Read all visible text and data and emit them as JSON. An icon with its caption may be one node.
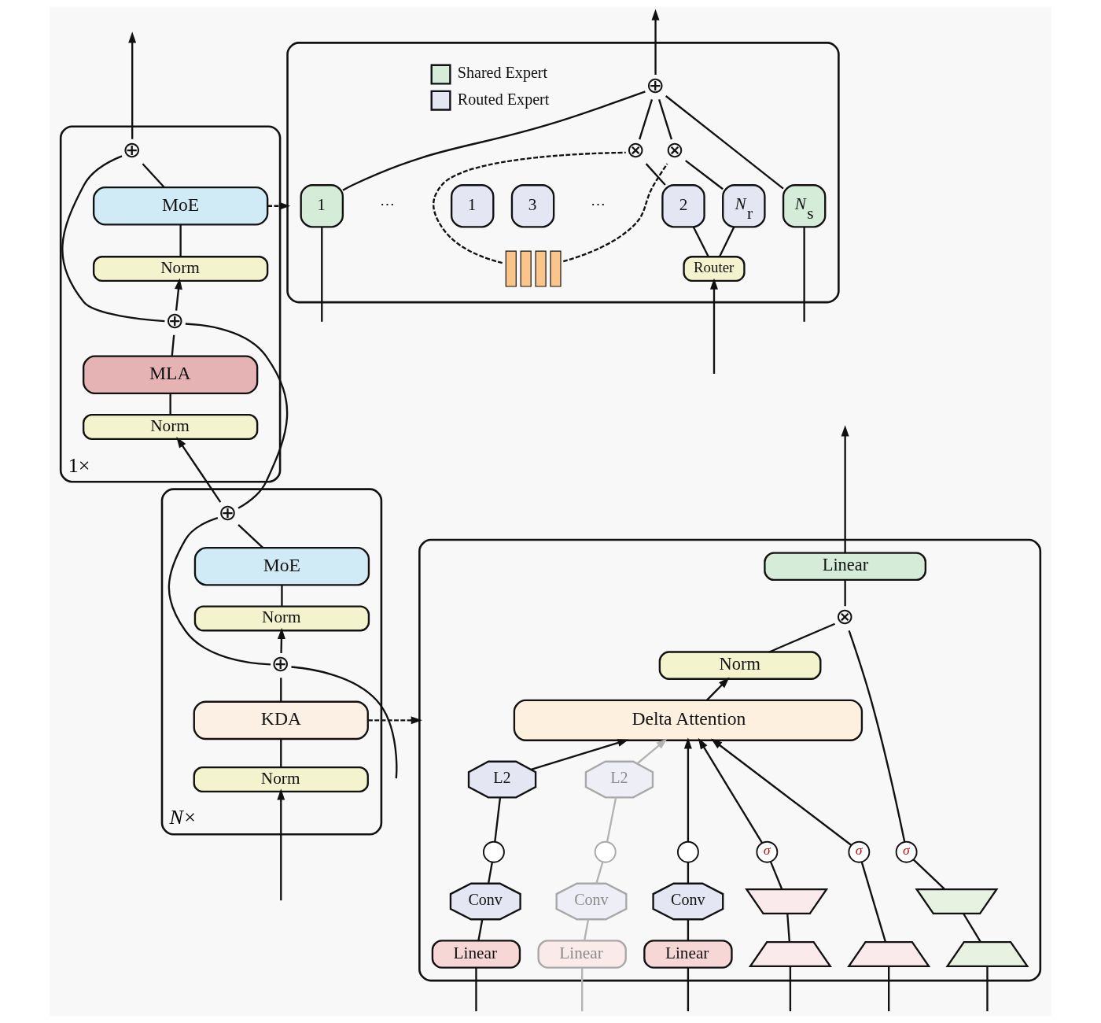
{
  "diagram": {
    "nodes": [
      {
        "text": [],
        "shape": "box",
        "beside": [
          "1×"
        ]
      },
      {
        "text": [
          "⊕"
        ],
        "in": 0
      },
      {
        "text": [
          "MoE"
        ],
        "in": 0
      },
      {
        "text": [
          "Norm"
        ],
        "in": 0
      },
      {
        "text": [
          "⊕"
        ],
        "in": 0
      },
      {
        "text": [
          "MLA"
        ],
        "in": 0
      },
      {
        "text": [
          "Norm"
        ],
        "in": 0
      },
      {
        "text": [],
        "shape": "box"
      },
      {
        "text": [
          "⊕"
        ],
        "in": 7
      },
      {
        "text": [
          "⊗"
        ],
        "in": 7
      },
      {
        "text": [
          "⊗"
        ],
        "in": 7
      },
      {
        "text": [
          "1"
        ],
        "in": 7
      },
      {
        "text": [
          "*N*$_{s}$"
        ],
        "in": 7
      },
      {
        "text": [
          "1"
        ],
        "in": 7
      },
      {
        "text": [
          "2"
        ],
        "in": 7
      },
      {
        "text": [
          "3"
        ],
        "in": 7
      },
      {
        "text": [
          "*N*$_{r}$"
        ],
        "in": 7
      },
      {
        "text": [
          "Router"
        ],
        "in": 7
      },
      {
        "text": [],
        "shape": "chart",
        "in": 7
      },
      {
        "text": [],
        "shape": "box",
        "beside": [
          "*N*×"
        ]
      },
      {
        "text": [
          "⊕"
        ],
        "in": 19
      },
      {
        "text": [
          "MoE"
        ],
        "in": 19
      },
      {
        "text": [
          "Norm"
        ],
        "in": 19
      },
      {
        "text": [
          "⊕"
        ],
        "in": 19
      },
      {
        "text": [
          "KDA"
        ],
        "in": 19
      },
      {
        "text": [
          "Norm"
        ],
        "in": 19
      },
      {
        "text": [],
        "shape": "box"
      },
      {
        "text": [
          "Linear"
        ],
        "in": 26
      },
      {
        "text": [
          "⊗"
        ],
        "in": 26
      },
      {
        "text": [
          "Norm"
        ],
        "in": 26
      },
      {
        "text": [
          "Delta Attention"
        ],
        "in": 26
      },
      {
        "text": [
          "L2"
        ],
        "in": 26
      },
      {
        "text": [
          "L2"
        ],
        "in": 26
      },
      {
        "text": [],
        "shape": "circle",
        "in": 26
      },
      {
        "text": [],
        "shape": "circle",
        "in": 26
      },
      {
        "text": [],
        "shape": "circle",
        "in": 26
      },
      {
        "text": [
          "σ"
        ],
        "in": 26
      },
      {
        "text": [
          "σ"
        ],
        "in": 26
      },
      {
        "text": [
          "σ"
        ],
        "in": 26
      },
      {
        "text": [
          "Conv"
        ],
        "in": 26
      },
      {
        "text": [
          "Conv"
        ],
        "in": 26
      },
      {
        "text": [
          "Conv"
        ],
        "in": 26
      },
      {
        "text": [],
        "shape": "trapezoid",
        "in": 26
      },
      {
        "text": [],
        "shape": "trapezoid",
        "in": 26
      },
      {
        "text": [
          "Linear"
        ],
        "in": 26
      },
      {
        "text": [
          "Linear"
        ],
        "in": 26
      },
      {
        "text": [
          "Linear"
        ],
        "in": 26
      },
      {
        "text": [],
        "shape": "trapezoid",
        "in": 26
      },
      {
        "text": [],
        "shape": "trapezoid",
        "in": 26
      },
      {
        "text": [],
        "shape": "trapezoid",
        "in": 26
      }
    ],
    "edges": [
      {
        "from": null,
        "to": 25,
        "arrow": "to"
      },
      {
        "from": null,
        "to": 23,
        "arrow": "none"
      },
      {
        "from": 25,
        "to": 24,
        "arrow": "none"
      },
      {
        "from": 24,
        "to": 23,
        "arrow": "none"
      },
      {
        "from": 23,
        "to": 22,
        "arrow": "to"
      },
      {
        "from": 23,
        "to": 20,
        "arrow": "none"
      },
      {
        "from": 22,
        "to": 21,
        "arrow": "none"
      },
      {
        "from": 21,
        "to": 20,
        "arrow": "none"
      },
      {
        "from": 20,
        "to": 6,
        "arrow": "to"
      },
      {
        "from": 20,
        "to": 4,
        "arrow": "none"
      },
      {
        "from": 6,
        "to": 5,
        "arrow": "none"
      },
      {
        "from": 5,
        "to": 4,
        "arrow": "none"
      },
      {
        "from": 4,
        "to": 3,
        "arrow": "to"
      },
      {
        "from": 4,
        "to": 1,
        "arrow": "none"
      },
      {
        "from": 3,
        "to": 2,
        "arrow": "none"
      },
      {
        "from": 2,
        "to": 1,
        "arrow": "none"
      },
      {
        "from": 1,
        "to": null,
        "arrow": "to"
      },
      {
        "from": 2,
        "to": 7,
        "arrow": "to",
        "style": "dashed"
      },
      {
        "from": 24,
        "to": 26,
        "arrow": "to",
        "style": "dashed"
      },
      {
        "from": null,
        "to": 11,
        "arrow": "none"
      },
      {
        "from": null,
        "to": 12,
        "arrow": "none"
      },
      {
        "from": null,
        "to": 17,
        "arrow": "to"
      },
      {
        "from": 17,
        "to": 14,
        "arrow": "none"
      },
      {
        "from": 17,
        "to": 16,
        "arrow": "none"
      },
      {
        "from": 11,
        "to": 8,
        "arrow": "none"
      },
      {
        "from": 12,
        "to": 8,
        "arrow": "none"
      },
      {
        "from": 14,
        "to": 9,
        "arrow": "none"
      },
      {
        "from": 9,
        "to": 8,
        "arrow": "none"
      },
      {
        "from": 16,
        "to": 10,
        "arrow": "none"
      },
      {
        "from": 10,
        "to": 8,
        "arrow": "none"
      },
      {
        "from": 8,
        "to": null,
        "arrow": "to"
      },
      {
        "from": 18,
        "to": 9,
        "arrow": "none",
        "style": "dashed"
      },
      {
        "from": 18,
        "to": 10,
        "arrow": "none",
        "style": "dashed"
      },
      {
        "from": null,
        "to": 44,
        "arrow": "none"
      },
      {
        "from": null,
        "to": 45,
        "arrow": "none",
        "color": "#b3b3b3"
      },
      {
        "from": null,
        "to": 46,
        "arrow": "none"
      },
      {
        "from": null,
        "to": 47,
        "arrow": "none"
      },
      {
        "from": null,
        "to": 48,
        "arrow": "none"
      },
      {
        "from": null,
        "to": 49,
        "arrow": "none"
      },
      {
        "from": 44,
        "to": 39,
        "arrow": "none"
      },
      {
        "from": 39,
        "to": 33,
        "arrow": "none"
      },
      {
        "from": 33,
        "to": 31,
        "arrow": "none"
      },
      {
        "from": 31,
        "to": 30,
        "arrow": "to"
      },
      {
        "from": 45,
        "to": 40,
        "arrow": "none",
        "color": "#b3b3b3"
      },
      {
        "from": 40,
        "to": 34,
        "arrow": "none",
        "color": "#b3b3b3"
      },
      {
        "from": 34,
        "to": 32,
        "arrow": "none",
        "color": "#b3b3b3"
      },
      {
        "from": 32,
        "to": 30,
        "arrow": "to",
        "color": "#b3b3b3"
      },
      {
        "from": 46,
        "to": 41,
        "arrow": "none"
      },
      {
        "from": 41,
        "to": 35,
        "arrow": "none"
      },
      {
        "from": 35,
        "to": 30,
        "arrow": "to"
      },
      {
        "from": 47,
        "to": 42,
        "arrow": "none"
      },
      {
        "from": 42,
        "to": 36,
        "arrow": "none"
      },
      {
        "from": 36,
        "to": 30,
        "arrow": "to"
      },
      {
        "from": 48,
        "to": 37,
        "arrow": "none"
      },
      {
        "from": 37,
        "to": 30,
        "arrow": "to"
      },
      {
        "from": 49,
        "to": 43,
        "arrow": "none"
      },
      {
        "from": 43,
        "to": 38,
        "arrow": "none"
      },
      {
        "from": 38,
        "to": 28,
        "arrow": "none"
      },
      {
        "from": 30,
        "to": 29,
        "arrow": "to"
      },
      {
        "from": 29,
        "to": 28,
        "arrow": "none"
      },
      {
        "from": 28,
        "to": 27,
        "arrow": "none"
      },
      {
        "from": 27,
        "to": null,
        "arrow": "to"
      }
    ],
    "labels": [
      "⋯",
      "⋯"
    ],
    "legend": [
      {
        "text": "Shared Expert",
        "color": "#d5ecd9"
      },
      {
        "text": "Routed Expert",
        "color": "#e4e6f3"
      }
    ]
  }
}
